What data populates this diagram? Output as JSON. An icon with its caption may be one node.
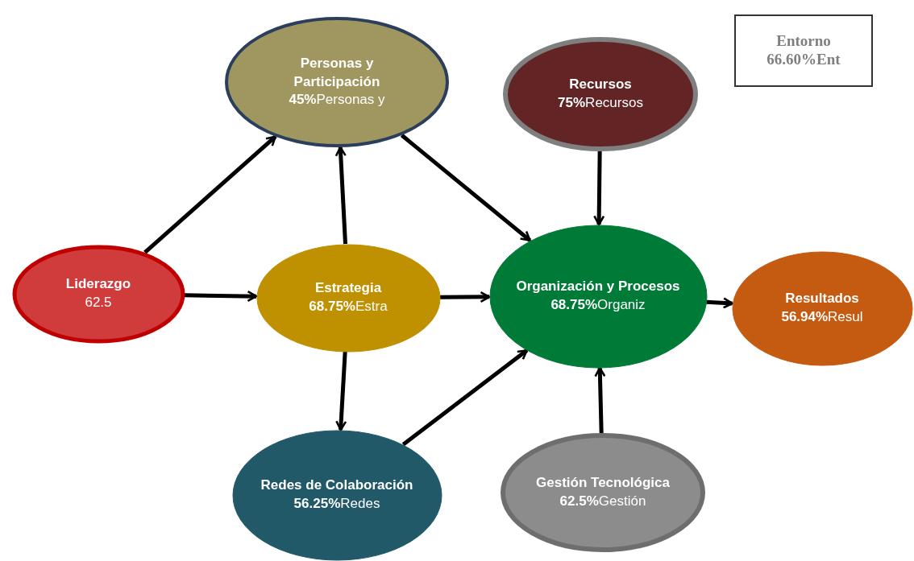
{
  "diagram": {
    "nodes": [
      {
        "text": [
          "Personas y Participación",
          "**45%**Personas y"
        ]
      },
      {
        "text": [
          "Recursos",
          "**75%**Recursos"
        ]
      },
      {
        "text": [
          "Entorno",
          "66.60%Ent"
        ]
      },
      {
        "text": [
          "Liderazgo",
          "62.5"
        ]
      },
      {
        "text": [
          "Estrategia",
          "**68.75%**Estra"
        ]
      },
      {
        "text": [
          "Organización y Procesos",
          "**68.75%**Organiz"
        ]
      },
      {
        "text": [
          "Resultados",
          "**56.94%**Resul"
        ]
      },
      {
        "text": [
          "Redes de Colaboración",
          "**56.25%**Redes"
        ]
      },
      {
        "text": [
          "Gestión Tecnológica",
          "**62.5%**Gestión"
        ]
      }
    ],
    "edges": [
      {
        "from": 3,
        "to": 0,
        "arrow": "to"
      },
      {
        "from": 3,
        "to": 4,
        "arrow": "to"
      },
      {
        "from": 4,
        "to": 0,
        "arrow": "to"
      },
      {
        "from": 0,
        "to": 5,
        "arrow": "to"
      },
      {
        "from": 1,
        "to": 5,
        "arrow": "to"
      },
      {
        "from": 4,
        "to": 5,
        "arrow": "to"
      },
      {
        "from": 4,
        "to": 7,
        "arrow": "to"
      },
      {
        "from": 7,
        "to": 5,
        "arrow": "to"
      },
      {
        "from": 8,
        "to": 5,
        "arrow": "to"
      },
      {
        "from": 5,
        "to": 6,
        "arrow": "to"
      }
    ]
  }
}
